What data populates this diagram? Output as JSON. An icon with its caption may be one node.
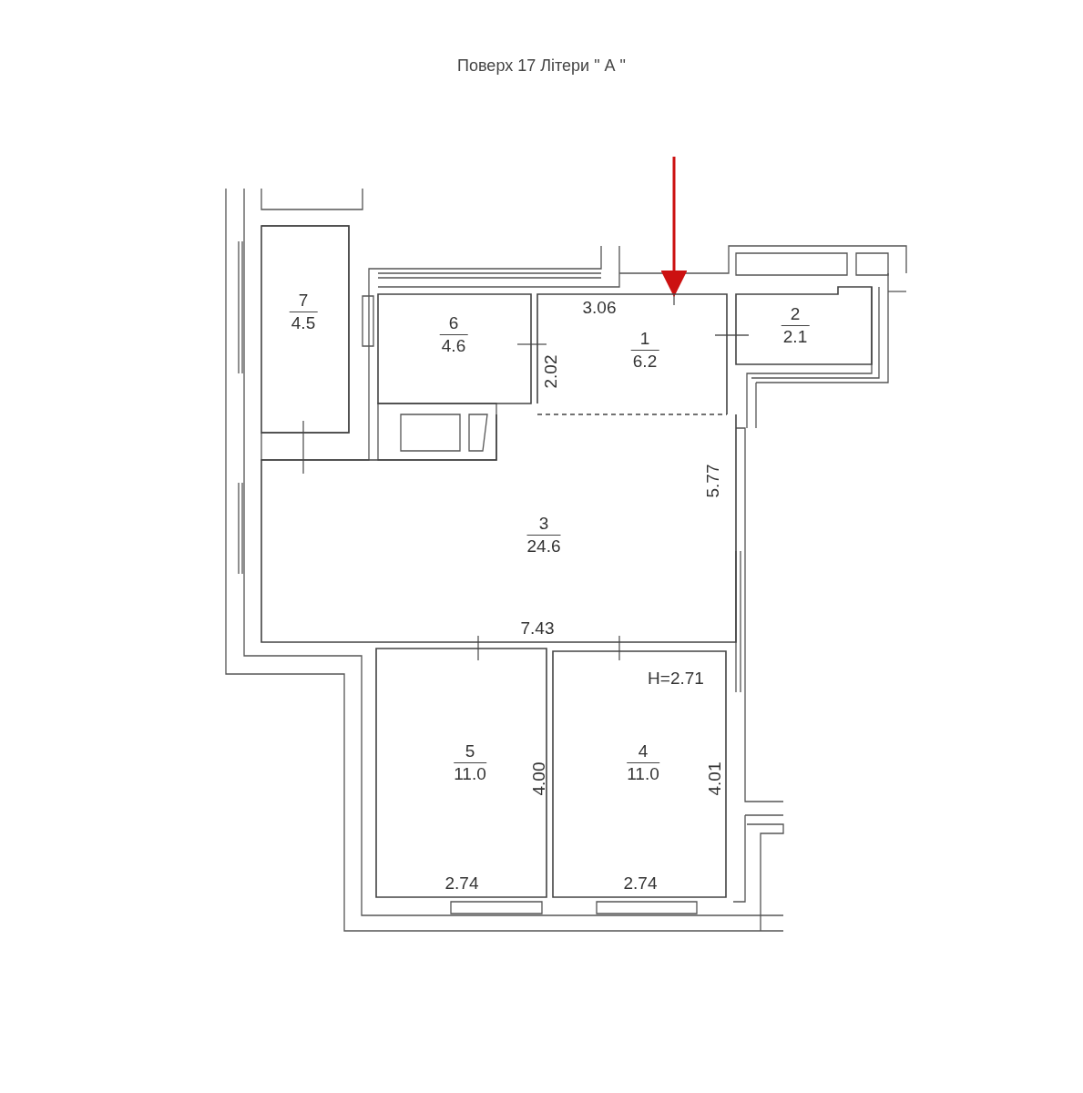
{
  "diagram": {
    "title": "Поверх 17 Літери \" А \"",
    "nodes": [
      {
        "text": [
          "7",
          "4.5"
        ]
      },
      {
        "text": [
          "6",
          "4.6"
        ]
      },
      {
        "text": [
          "1",
          "6.2"
        ]
      },
      {
        "text": [
          "2",
          "2.1"
        ]
      },
      {
        "text": [
          "3",
          "24.6"
        ]
      },
      {
        "text": [
          "5",
          "11.0"
        ]
      },
      {
        "text": [
          "4",
          "11.0"
        ]
      }
    ],
    "edges": [
      {
        "from": null,
        "to": 2,
        "arrow": "to",
        "color": "#cc1111"
      }
    ],
    "labels": [
      "3.06",
      "2.02",
      "5.77",
      "7.43",
      "H=2.71",
      "4.00",
      "4.01",
      "2.74",
      "2.74"
    ]
  }
}
